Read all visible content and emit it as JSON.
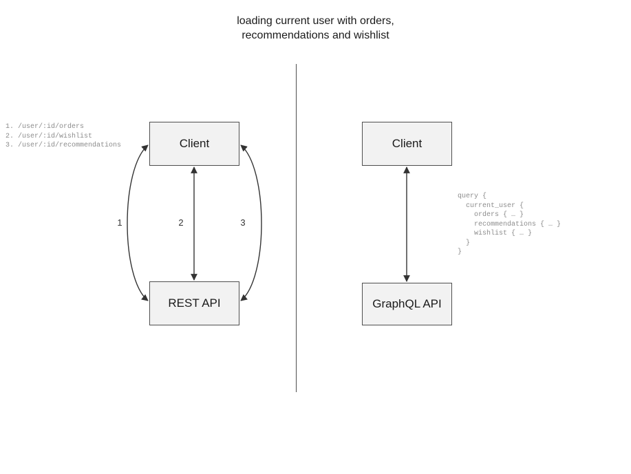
{
  "title": "loading current user with orders,\nrecommendations and wishlist",
  "divider": {
    "name": "vertical-divider",
    "color": "#4d4d4d"
  },
  "colors": {
    "node_fill": "#f2f2f2",
    "node_border": "#4d4d4d",
    "text": "#1a1a1a",
    "code_text": "#8c8c8c",
    "arrow": "#333333",
    "background": "#ffffff"
  },
  "rest_side": {
    "client_label": "Client",
    "api_label": "REST API",
    "endpoints": "1. /user/:id/orders\n2. /user/:id/wishlist\n3. /user/:id/recommendations",
    "endpoint_items": [
      {
        "number": "1.",
        "path": "/user/:id/orders"
      },
      {
        "number": "2.",
        "path": "/user/:id/wishlist"
      },
      {
        "number": "3.",
        "path": "/user/:id/recommendations"
      }
    ],
    "edges": [
      {
        "label": "1",
        "from": "Client",
        "to": "REST API",
        "shape": "curve-left",
        "bidirectional": true
      },
      {
        "label": "2",
        "from": "Client",
        "to": "REST API",
        "shape": "straight",
        "bidirectional": true
      },
      {
        "label": "3",
        "from": "Client",
        "to": "REST API",
        "shape": "curve-right",
        "bidirectional": true
      }
    ]
  },
  "graphql_side": {
    "client_label": "Client",
    "api_label": "GraphQL API",
    "query": "query {\n  current_user {\n    orders { … }\n    recommendations { … }\n    wishlist { … }\n  }\n}",
    "query_lines": [
      "query {",
      "  current_user {",
      "    orders { … }",
      "    recommendations { … }",
      "    wishlist { … }",
      "  }",
      "}"
    ],
    "edges": [
      {
        "label": "",
        "from": "Client",
        "to": "GraphQL API",
        "shape": "straight",
        "bidirectional": true
      }
    ]
  }
}
